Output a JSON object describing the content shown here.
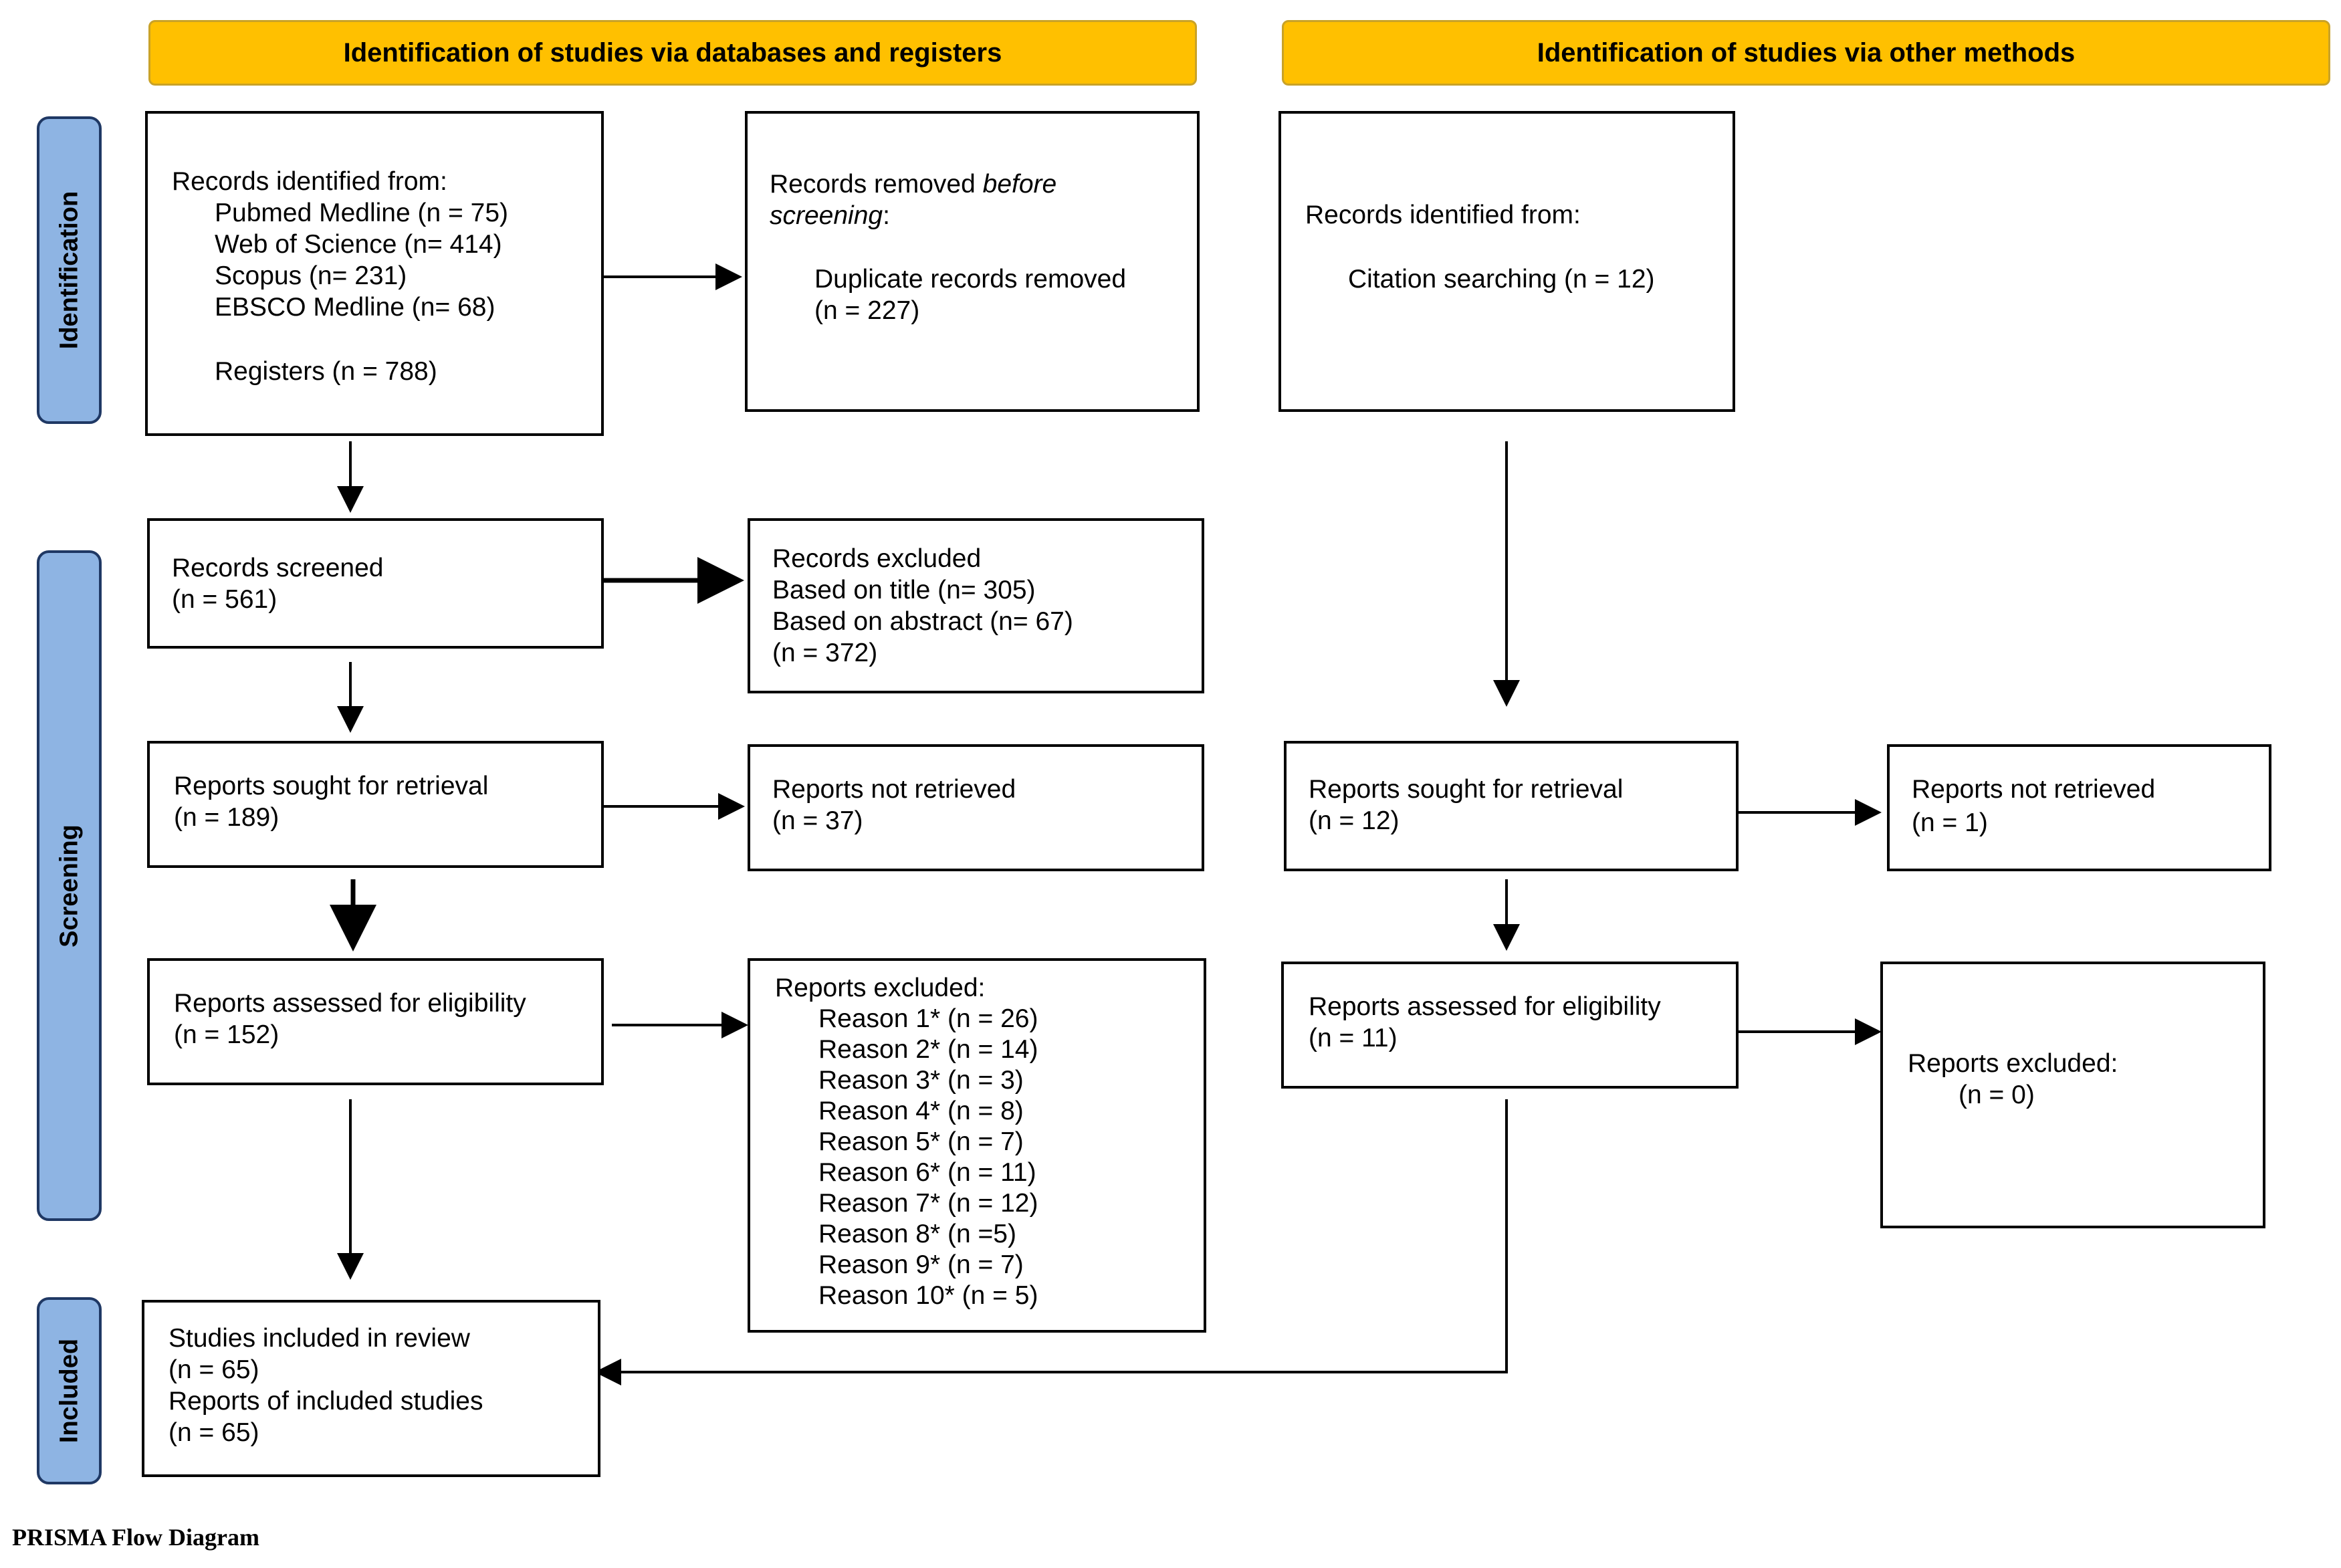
{
  "headers": {
    "databases": "Identification of studies via databases and registers",
    "other": "Identification of studies via other methods"
  },
  "phases": {
    "identification": "Identification",
    "screening": "Screening",
    "included": "Included"
  },
  "left": {
    "identified": {
      "title": "Records identified from:",
      "pubmed": "Pubmed Medline (n = 75)",
      "wos": "Web of Science (n= 414)",
      "scopus": "Scopus (n= 231)",
      "ebsco": "EBSCO Medline (n= 68)",
      "registers": "Registers (n = 788)"
    },
    "removed": {
      "title_a": "Records removed ",
      "title_b": "before",
      "title_c": "screening",
      "title_d": ":",
      "dup": "Duplicate records removed",
      "n": "(n = 227)"
    },
    "screened": {
      "title": "Records screened",
      "n": "(n = 561)"
    },
    "excluded": {
      "title": "Records excluded",
      "title_based": "Based on title (n= 305)",
      "abstract_based": "Based on abstract (n= 67)",
      "n": "(n = 372)"
    },
    "sought": {
      "title": "Reports sought for retrieval",
      "n": "(n = 189)"
    },
    "not_retrieved": {
      "title": "Reports not retrieved",
      "n": "(n = 37)"
    },
    "assessed": {
      "title": "Reports assessed for eligibility",
      "n": "(n = 152)"
    },
    "reports_excluded": {
      "title": "Reports excluded:",
      "reasons": [
        "Reason 1* (n = 26)",
        "Reason 2* (n = 14)",
        "Reason 3* (n = 3)",
        "Reason 4* (n = 8)",
        "Reason 5* (n = 7)",
        "Reason 6* (n = 11)",
        "Reason 7* (n = 12)",
        "Reason 8* (n =5)",
        "Reason 9* (n = 7)",
        "Reason 10* (n = 5)"
      ]
    },
    "included": {
      "studies": "Studies included in review",
      "studies_n": "(n = 65)",
      "reports": "Reports of included studies",
      "reports_n": "(n = 65)"
    }
  },
  "right": {
    "identified": {
      "title": "Records identified from:",
      "citation": "Citation searching (n = 12)"
    },
    "sought": {
      "title": "Reports sought for retrieval",
      "n": "(n = 12)"
    },
    "not_retrieved": {
      "title": "Reports not retrieved",
      "n": "(n = 1)"
    },
    "assessed": {
      "title": "Reports assessed for eligibility",
      "n": "(n = 11)"
    },
    "excluded": {
      "title": "Reports excluded:",
      "n": "(n = 0)"
    }
  },
  "caption": "PRISMA Flow Diagram"
}
